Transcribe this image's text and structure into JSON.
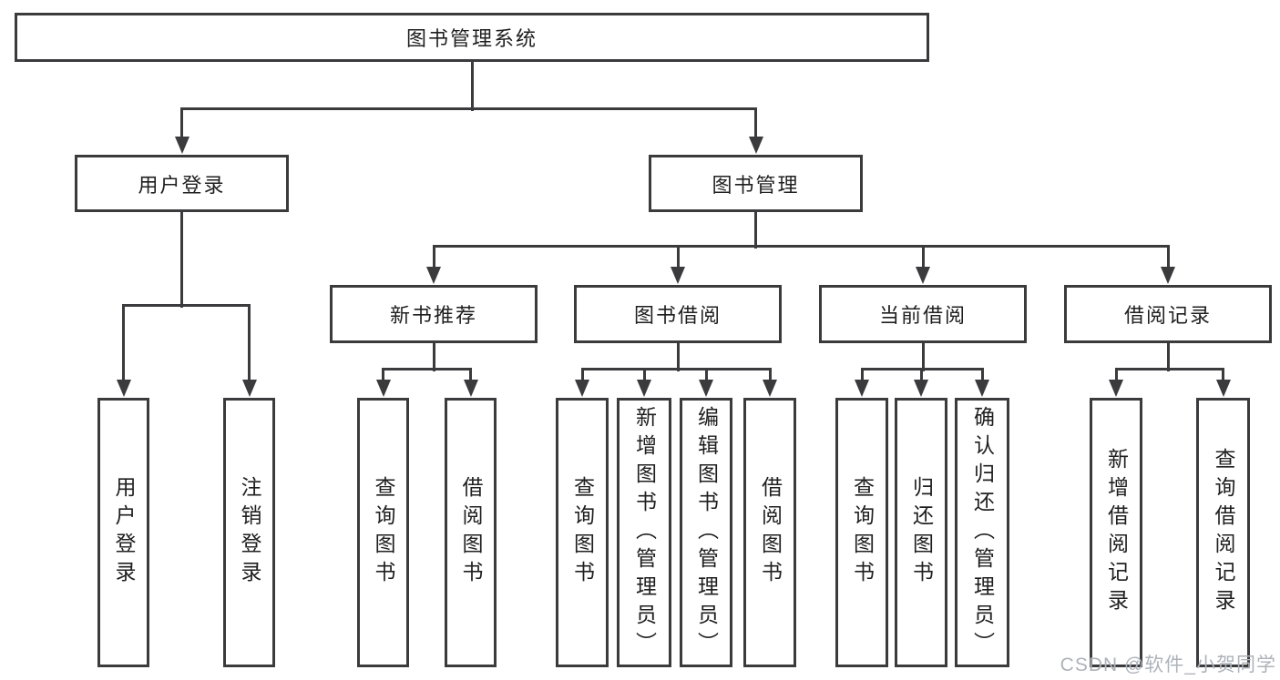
{
  "diagram": {
    "tree": {
      "root": {
        "label": "图书管理系统"
      },
      "user_login": {
        "label": "用户登录",
        "children": [
          "用户登录",
          "注销登录"
        ]
      },
      "book_management": {
        "label": "图书管理",
        "new_books": {
          "label": "新书推荐",
          "children": [
            "查询图书",
            "借阅图书"
          ]
        },
        "book_borrow": {
          "label": "图书借阅",
          "children": [
            "查询图书",
            "新增图书（管理员）",
            "编辑图书（管理员）",
            "借阅图书"
          ]
        },
        "current_borrow": {
          "label": "当前借阅",
          "children": [
            "查询图书",
            "归还图书",
            "确认归还（管理员）"
          ]
        },
        "borrow_records": {
          "label": "借阅记录",
          "children": [
            "新增借阅记录",
            "查询借阅记录"
          ]
        }
      }
    }
  },
  "watermark": "CSDN @软件_小贺同学",
  "colors": {
    "line": "#3b3b3d",
    "text": "#1f1f1f",
    "watermark": "#aeb3ba",
    "background": "#ffffff"
  }
}
